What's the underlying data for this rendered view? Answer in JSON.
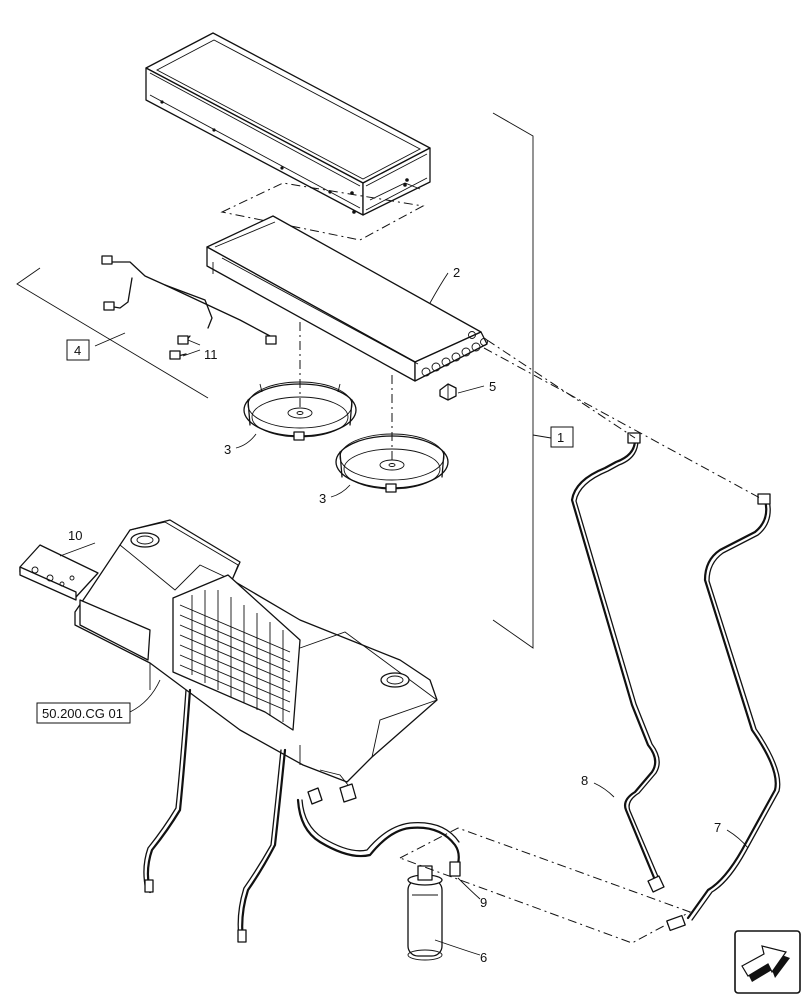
{
  "callouts": [
    {
      "id": "c1",
      "text": "1",
      "boxed": true
    },
    {
      "id": "c2",
      "text": "2",
      "boxed": false
    },
    {
      "id": "c3a",
      "text": "3",
      "boxed": false
    },
    {
      "id": "c3b",
      "text": "3",
      "boxed": false
    },
    {
      "id": "c4",
      "text": "4",
      "boxed": true
    },
    {
      "id": "c5",
      "text": "5",
      "boxed": false
    },
    {
      "id": "c6",
      "text": "6",
      "boxed": false
    },
    {
      "id": "c7",
      "text": "7",
      "boxed": false
    },
    {
      "id": "c8",
      "text": "8",
      "boxed": false
    },
    {
      "id": "c9",
      "text": "9",
      "boxed": false
    },
    {
      "id": "c10",
      "text": "10",
      "boxed": false
    },
    {
      "id": "c11",
      "text": "11",
      "boxed": false
    }
  ],
  "reference": {
    "text": "50.200.CG 01"
  },
  "nav": {
    "icon": "next-page-arrow-icon"
  }
}
